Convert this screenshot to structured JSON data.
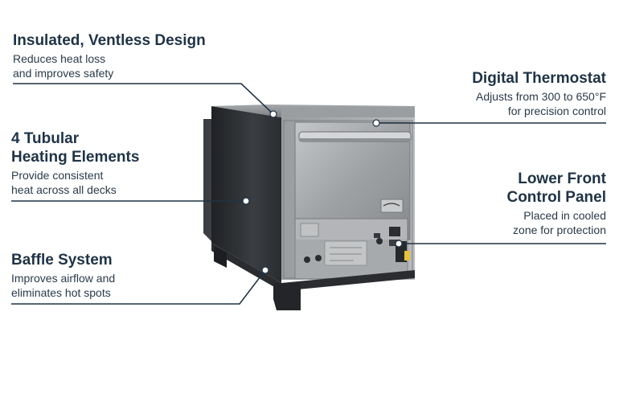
{
  "callouts": {
    "insulated": {
      "title": "Insulated, Ventless Design",
      "desc_line1": "Reduces heat loss",
      "desc_line2": "and improves safety"
    },
    "heating": {
      "title_line1": "4 Tubular",
      "title_line2": "Heating Elements",
      "desc_line1": "Provide consistent",
      "desc_line2": "heat across all decks"
    },
    "baffle": {
      "title": "Baffle System",
      "desc_line1": "Improves airflow and",
      "desc_line2": "eliminates hot spots"
    },
    "thermostat": {
      "title": "Digital Thermostat",
      "desc_line1": "Adjusts from 300 to 650°F",
      "desc_line2": "for precision control"
    },
    "control_panel": {
      "title_line1": "Lower Front",
      "title_line2": "Control Panel",
      "desc_line1": "Placed in cooled",
      "desc_line2": "zone for protection"
    }
  },
  "colors": {
    "text": "#1f3346",
    "leader_line": "#1f3346",
    "oven_steel": "#a9acaf",
    "oven_side": "#2c2f33",
    "background": "#ffffff"
  }
}
